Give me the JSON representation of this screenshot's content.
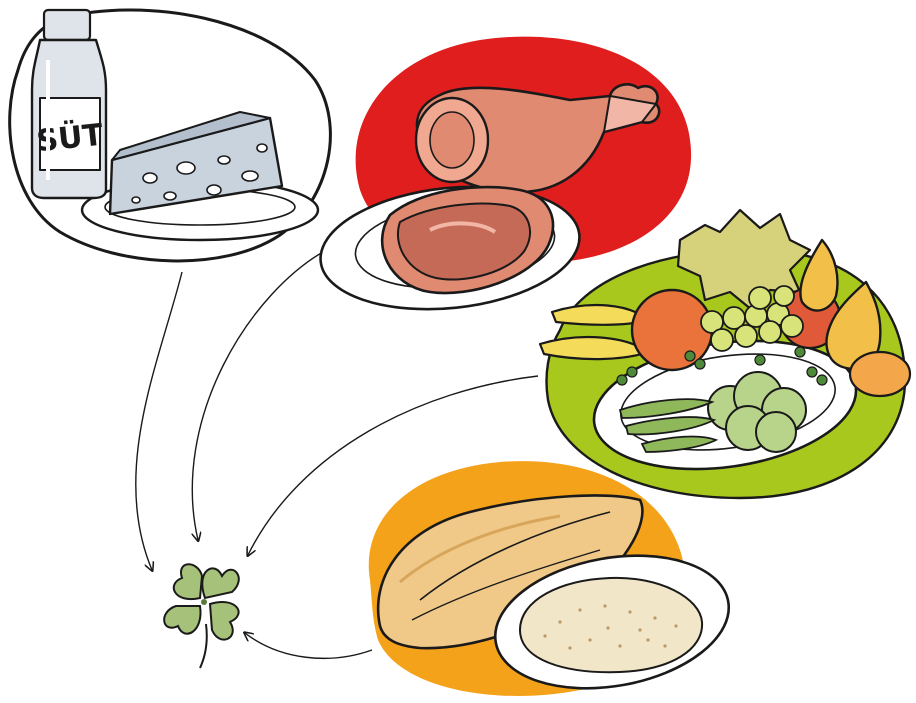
{
  "groups": [
    {
      "id": "dairy",
      "bottle_label": "SÜT",
      "bg_color": "#ffffff"
    },
    {
      "id": "meat",
      "bg_color": "#e01e1e"
    },
    {
      "id": "fruits-vegetables",
      "bg_color": "#a8c81e"
    },
    {
      "id": "bread-grains",
      "bg_color": "#f4a21a"
    }
  ],
  "center": {
    "icon": "four-leaf-clover-icon",
    "color": "#a6c27a"
  },
  "colors": {
    "meat_pink": "#e08a72",
    "meat_dark": "#c66a58",
    "bread": "#f0c888",
    "cheese": "#c9d3de",
    "grape": "#d8e47a",
    "orange": "#e9733a",
    "banana": "#f4dc5a",
    "pear": "#f2c048",
    "broccoli": "#b8d48a",
    "leaf": "#d6d27c"
  }
}
